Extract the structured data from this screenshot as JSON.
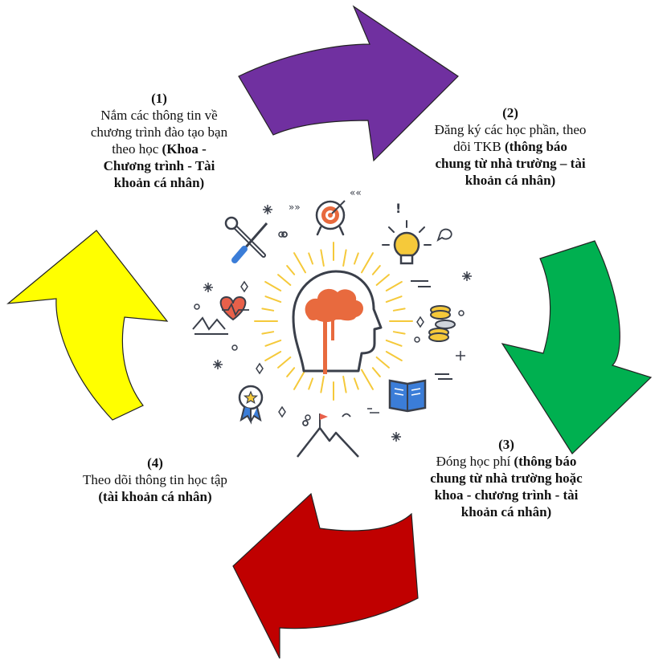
{
  "steps": [
    {
      "num": "(1)",
      "text": "Nắm các thông tin về chương trình đào tạo bạn theo học",
      "note": "(Khoa - Chương trình - Tài khoản cá nhân)"
    },
    {
      "num": "(2)",
      "text": "Đăng ký các học phần, theo dõi TKB",
      "note": "(thông báo chung từ nhà trường – tài khoản cá nhân)"
    },
    {
      "num": "(3)",
      "text": "Đóng học phí",
      "note": "(thông báo chung từ nhà trường hoặc khoa - chương trình - tài khoản cá nhân)"
    },
    {
      "num": "(4)",
      "text": "Theo dõi thông tin học tập",
      "note": "(tài khoản cá nhân)"
    }
  ],
  "colors": {
    "arrow_top": "#7030a0",
    "arrow_right": "#00b050",
    "arrow_bottom": "#c00000",
    "arrow_left": "#ffff00",
    "head_fill": "#e86a3e",
    "rays": "#f5c93a",
    "icon_stroke": "#3a3f4a",
    "icon_blue": "#3b7dd8"
  },
  "icons": [
    "target-icon",
    "lightbulb-icon",
    "tools-icon",
    "heart-rate-icon",
    "coins-icon",
    "book-icon",
    "medal-icon",
    "mountain-flag-icon",
    "head-brain-icon"
  ]
}
